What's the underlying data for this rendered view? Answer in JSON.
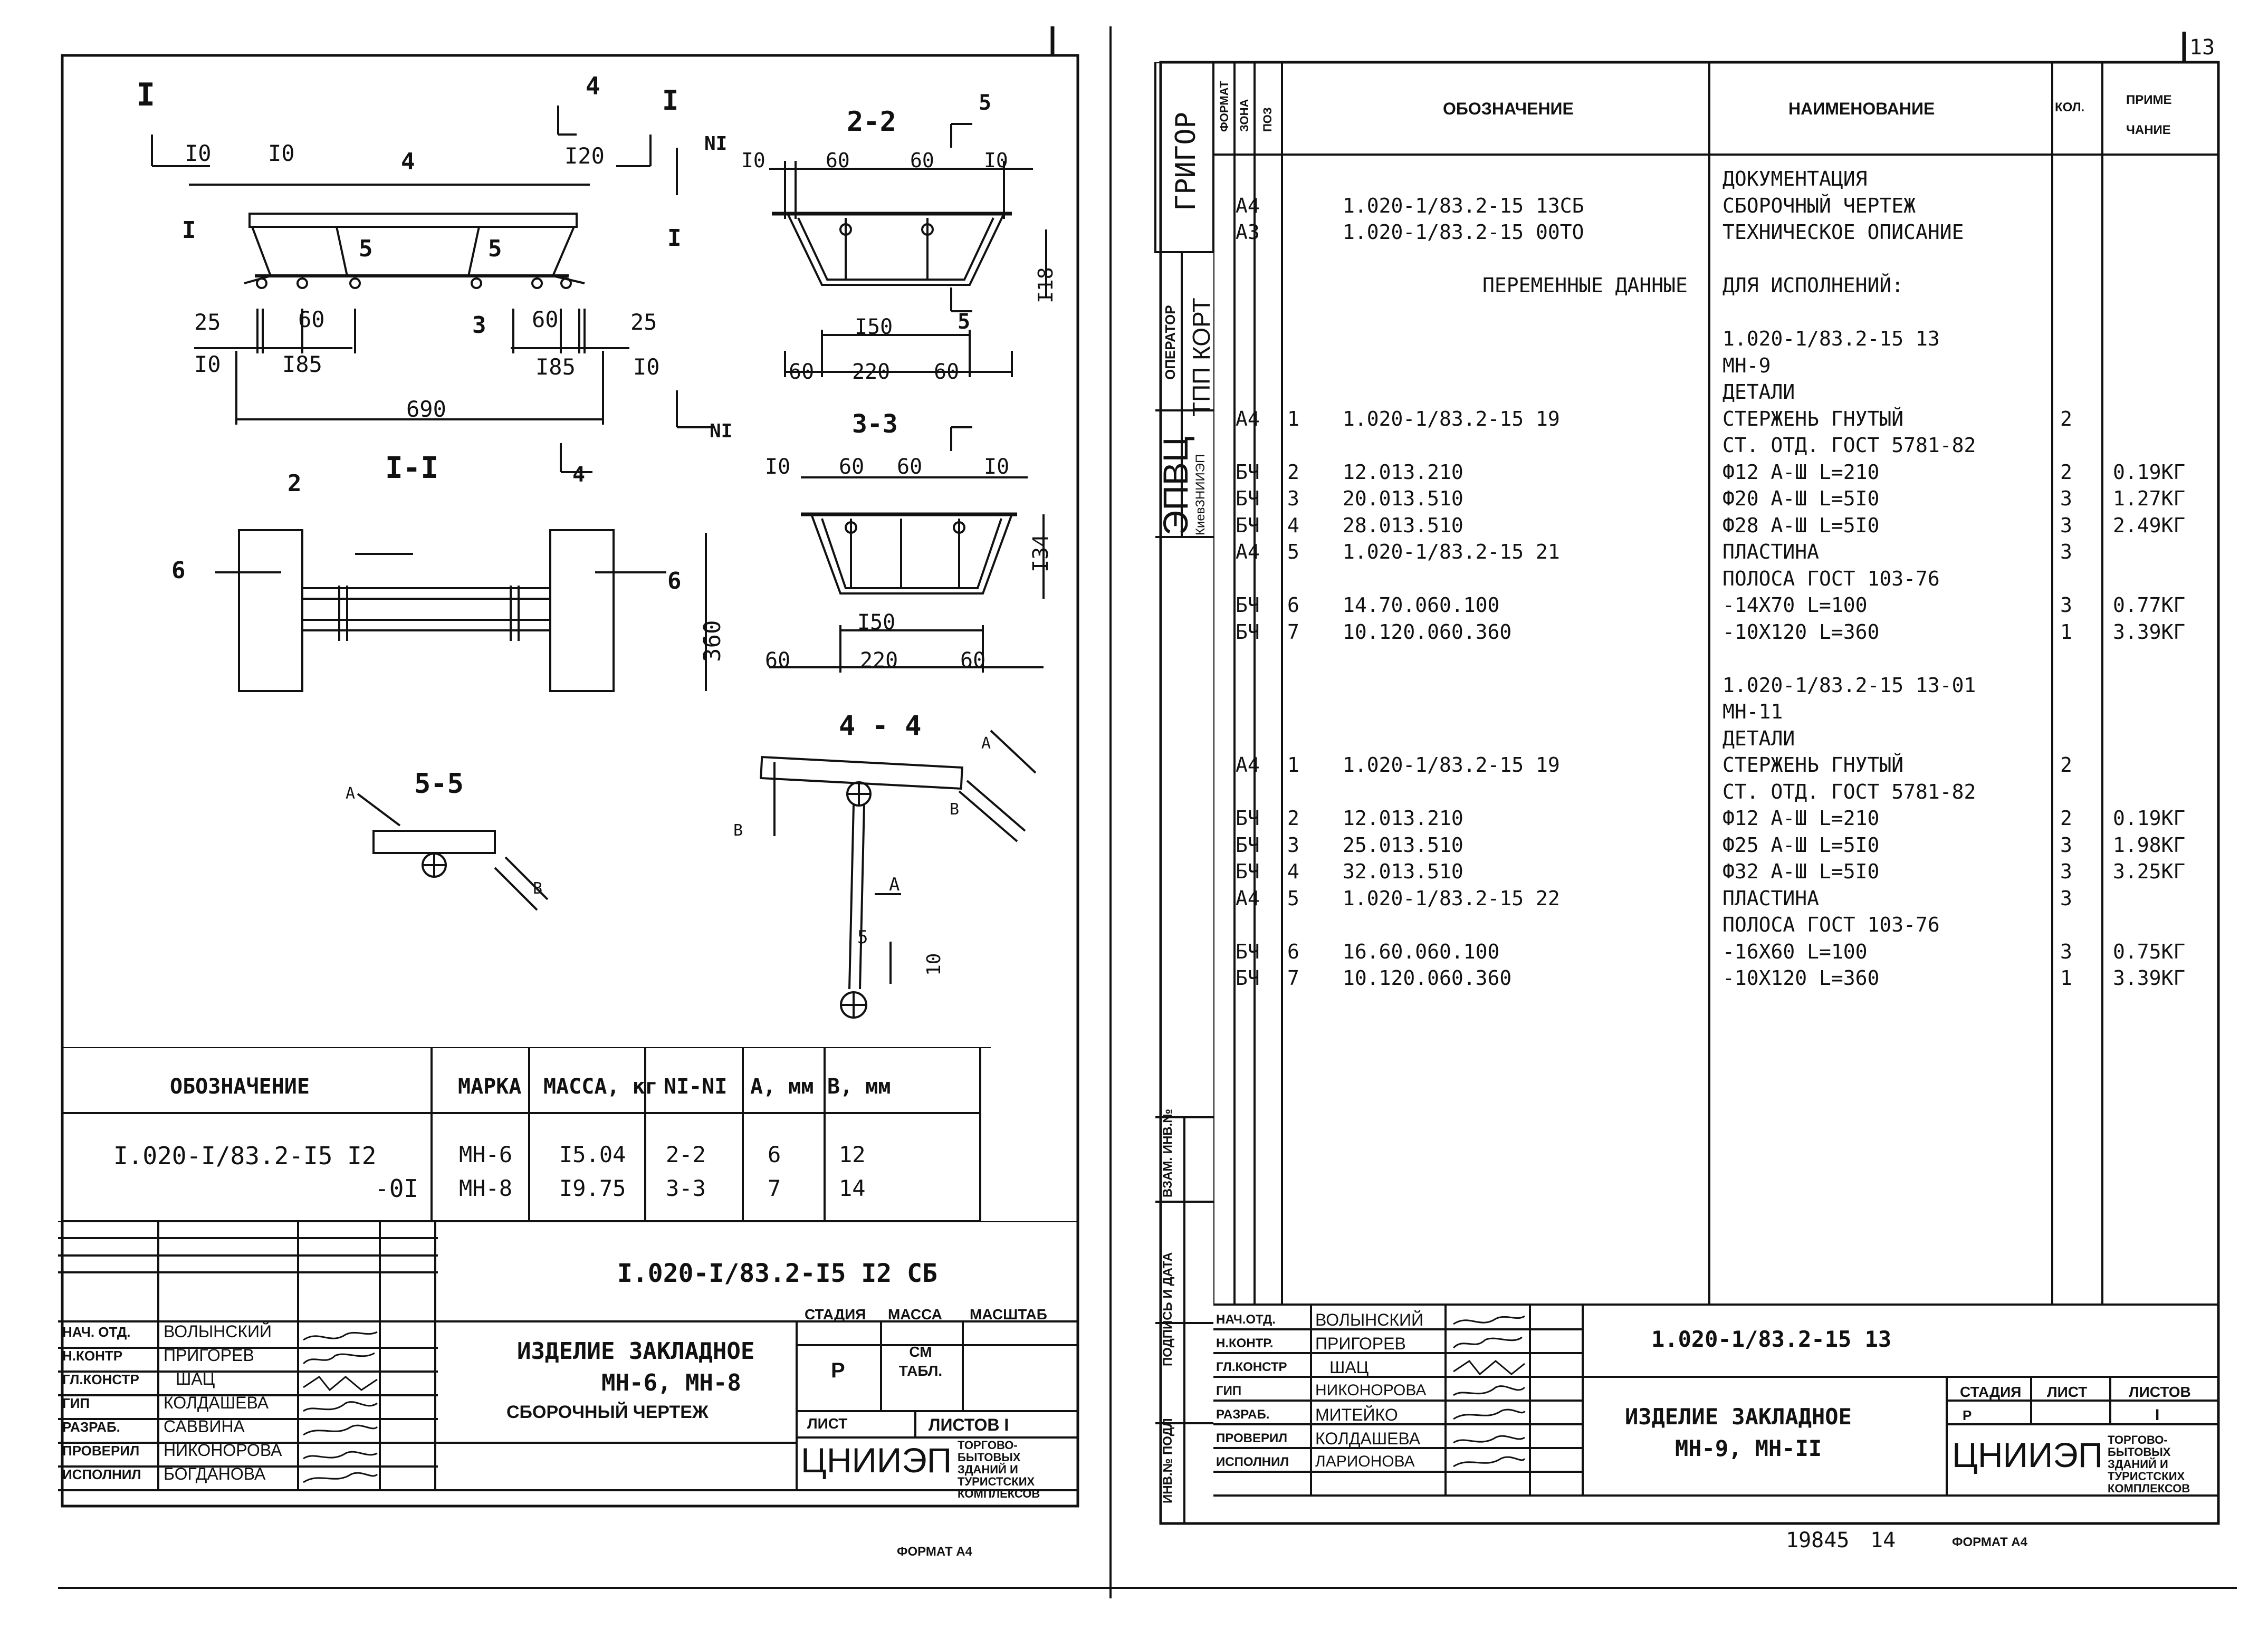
{
  "page_number": "13",
  "footer": {
    "sheet_code": "19845",
    "sheet_num": "14",
    "format_left": "ФОРМАТ А4",
    "format_right": "ФОРМАТ А4"
  },
  "left_sheet": {
    "drawing": {
      "section_marks": [
        "I",
        "I",
        "4",
        "4",
        "5",
        "5",
        "NI",
        "NI",
        "I",
        "I"
      ],
      "views": {
        "s22": "2-2",
        "s33": "3-3",
        "s44": "4 - 4",
        "s55": "5-5",
        "sI": "I-I"
      },
      "dims": {
        "d10a": "I0",
        "d10b": "I0",
        "d120": "I20",
        "d25a": "25",
        "d60a": "60",
        "d60b": "60",
        "d25b": "25",
        "d10c": "I0",
        "d185a": "I85",
        "d185b": "I85",
        "d10d": "I0",
        "d690": "690",
        "s22_10a": "I0",
        "s22_60a": "60",
        "s22_60b": "60",
        "s22_10b": "I0",
        "s22_118": "I18",
        "s22_150": "I50",
        "s22_60c": "60",
        "s22_220": "220",
        "s22_60d": "60",
        "s33_10a": "I0",
        "s33_60a": "60",
        "s33_60b": "60",
        "s33_10b": "I0",
        "s33_134": "I34",
        "s33_150": "I50",
        "s33_60c": "60",
        "s33_220": "220",
        "s33_60d": "60",
        "s44_10": "10",
        "s44_5": "5",
        "sI_360": "360"
      },
      "callouts": {
        "c1": "I",
        "c1b": "I",
        "c3": "3",
        "c4": "4",
        "c5a": "5",
        "c5b": "5",
        "c2": "2",
        "c6a": "6",
        "c6b": "6",
        "cA1": "A",
        "cB1": "B",
        "cA2": "A",
        "cB2": "B",
        "cA3": "A",
        "cB3": "B"
      }
    },
    "variant_table": {
      "headers": [
        "ОБОЗНАЧЕНИЕ",
        "МАРКА",
        "МАССА, кг",
        "NI-NI",
        "A, мм",
        "B, мм"
      ],
      "rows": [
        [
          "I.020-I/83.2-I5 I2",
          "МН-6",
          "I5.04",
          "2-2",
          "6",
          "12"
        ],
        [
          "-0I",
          "МН-8",
          "I9.75",
          "3-3",
          "7",
          "14"
        ]
      ]
    },
    "title_block": {
      "doc_code": "I.020-I/83.2-I5 I2  СБ",
      "title_line1": "ИЗДЕЛИЕ ЗАКЛАДНОЕ",
      "title_line2": "МН-6, МН-8",
      "title_line3": "СБОРОЧНЫЙ ЧЕРТЕЖ",
      "stage_label": "СТАДИЯ",
      "mass_label": "МАССА",
      "scale_label": "МАСШТАБ",
      "stage_value": "Р",
      "mass_value": "СМ ТАБЛ.",
      "sheet_label": "ЛИСТ",
      "sheets_label": "ЛИСТОВ I",
      "org": "ЦНИИЭП",
      "org_sub": [
        "ТОРГОВО-",
        "БЫТОВЫХ",
        "ЗДАНИЙ И",
        "ТУРИСТСКИХ",
        "КОМПЛЕКСОВ"
      ],
      "signers": [
        {
          "role": "НАЧ. ОТД.",
          "name": "ВОЛЫНСКИЙ"
        },
        {
          "role": "Н.КОНТР",
          "name": "ПРИГОРЕВ"
        },
        {
          "role": "ГЛ.КОНСТР",
          "name": "ШАЦ"
        },
        {
          "role": "ГИП",
          "name": "КОЛДАШЕВА"
        },
        {
          "role": "РАЗРАБ.",
          "name": "САВВИНА"
        },
        {
          "role": "ПРОВЕРИЛ",
          "name": "НИКОНОРОВА"
        },
        {
          "role": "ИСПОЛНИЛ",
          "name": "БОГДАНОВА"
        }
      ]
    }
  },
  "right_sheet": {
    "side": {
      "grigor": "ГРИГОР",
      "operator": "ОПЕРАТОР",
      "tpp": "ТПП КОРТ",
      "epvts": "ЭПВЦ",
      "kiev": "КиевЗНИИЭП",
      "vzam": "ВЗАМ. ИНВ.№",
      "podpis": "ПОДПИСЬ И ДАТА",
      "inv": "ИНВ.№ ПОДЛ"
    },
    "spec_headers": {
      "format": "ФОРМАТ",
      "zone": "ЗОНА",
      "pos": "ПОЗ",
      "designation": "ОБОЗНАЧЕНИЕ",
      "name": "НАИМЕНОВАНИЕ",
      "qty": "КОЛ.",
      "note1": "ПРИМЕ",
      "note2": "ЧАНИЕ"
    },
    "spec_rows": [
      {
        "f": "",
        "p": "",
        "d": "",
        "n": "ДОКУМЕНТАЦИЯ",
        "q": "",
        "m": ""
      },
      {
        "f": "А4",
        "p": "",
        "d": "1.020-1/83.2-15 13СБ",
        "n": "СБОРОЧНЫЙ ЧЕРТЕЖ",
        "q": "",
        "m": ""
      },
      {
        "f": "А3",
        "p": "",
        "d": "1.020-1/83.2-15 00ТО",
        "n": "ТЕХНИЧЕСКОЕ ОПИСАНИЕ",
        "q": "",
        "m": ""
      },
      {
        "f": "",
        "p": "",
        "d": "",
        "n": "",
        "q": "",
        "m": ""
      },
      {
        "f": "",
        "p": "",
        "d": "ПЕРЕМЕННЫЕ ДАННЫЕ",
        "n": "ДЛЯ ИСПОЛНЕНИЙ:",
        "q": "",
        "m": ""
      },
      {
        "f": "",
        "p": "",
        "d": "",
        "n": "",
        "q": "",
        "m": ""
      },
      {
        "f": "",
        "p": "",
        "d": "",
        "n": "1.020-1/83.2-15 13",
        "q": "",
        "m": ""
      },
      {
        "f": "",
        "p": "",
        "d": "",
        "n": "МН-9",
        "q": "",
        "m": ""
      },
      {
        "f": "",
        "p": "",
        "d": "",
        "n": "ДЕТАЛИ",
        "q": "",
        "m": ""
      },
      {
        "f": "А4",
        "p": "1",
        "d": "1.020-1/83.2-15 19",
        "n": "СТЕРЖЕНЬ ГНУТЫЙ",
        "q": "2",
        "m": ""
      },
      {
        "f": "",
        "p": "",
        "d": "",
        "n": "СТ. ОТД. ГОСТ 5781-82",
        "q": "",
        "m": ""
      },
      {
        "f": "БЧ",
        "p": "2",
        "d": "12.013.210",
        "n": "Ф12 А-Ш L=210",
        "q": "2",
        "m": "0.19КГ"
      },
      {
        "f": "БЧ",
        "p": "3",
        "d": "20.013.510",
        "n": "Ф20 А-Ш L=5I0",
        "q": "3",
        "m": "1.27КГ"
      },
      {
        "f": "БЧ",
        "p": "4",
        "d": "28.013.510",
        "n": "Ф28 А-Ш L=5I0",
        "q": "3",
        "m": "2.49КГ"
      },
      {
        "f": "А4",
        "p": "5",
        "d": "1.020-1/83.2-15 21",
        "n": "ПЛАСТИНА",
        "q": "3",
        "m": ""
      },
      {
        "f": "",
        "p": "",
        "d": "",
        "n": "ПОЛОСА ГОСТ 103-76",
        "q": "",
        "m": ""
      },
      {
        "f": "БЧ",
        "p": "6",
        "d": "14.70.060.100",
        "n": "-14Х70 L=100",
        "q": "3",
        "m": "0.77КГ"
      },
      {
        "f": "БЧ",
        "p": "7",
        "d": "10.120.060.360",
        "n": "-10Х120 L=360",
        "q": "1",
        "m": "3.39КГ"
      },
      {
        "f": "",
        "p": "",
        "d": "",
        "n": "",
        "q": "",
        "m": ""
      },
      {
        "f": "",
        "p": "",
        "d": "",
        "n": "1.020-1/83.2-15 13-01",
        "q": "",
        "m": ""
      },
      {
        "f": "",
        "p": "",
        "d": "",
        "n": "МН-11",
        "q": "",
        "m": ""
      },
      {
        "f": "",
        "p": "",
        "d": "",
        "n": "ДЕТАЛИ",
        "q": "",
        "m": ""
      },
      {
        "f": "А4",
        "p": "1",
        "d": "1.020-1/83.2-15 19",
        "n": "СТЕРЖЕНЬ ГНУТЫЙ",
        "q": "2",
        "m": ""
      },
      {
        "f": "",
        "p": "",
        "d": "",
        "n": "СТ. ОТД. ГОСТ 5781-82",
        "q": "",
        "m": ""
      },
      {
        "f": "БЧ",
        "p": "2",
        "d": "12.013.210",
        "n": "Ф12 А-Ш L=210",
        "q": "2",
        "m": "0.19КГ"
      },
      {
        "f": "БЧ",
        "p": "3",
        "d": "25.013.510",
        "n": "Ф25 А-Ш L=5I0",
        "q": "3",
        "m": "1.98КГ"
      },
      {
        "f": "БЧ",
        "p": "4",
        "d": "32.013.510",
        "n": "Ф32 А-Ш L=5I0",
        "q": "3",
        "m": "3.25КГ"
      },
      {
        "f": "А4",
        "p": "5",
        "d": "1.020-1/83.2-15 22",
        "n": "ПЛАСТИНА",
        "q": "3",
        "m": ""
      },
      {
        "f": "",
        "p": "",
        "d": "",
        "n": "ПОЛОСА ГОСТ 103-76",
        "q": "",
        "m": ""
      },
      {
        "f": "БЧ",
        "p": "6",
        "d": "16.60.060.100",
        "n": "-16Х60  L=100",
        "q": "3",
        "m": "0.75КГ"
      },
      {
        "f": "БЧ",
        "p": "7",
        "d": "10.120.060.360",
        "n": "-10Х120 L=360",
        "q": "1",
        "m": "3.39КГ"
      }
    ],
    "title_block": {
      "doc_code": "1.020-1/83.2-15 13",
      "title_line1": "ИЗДЕЛИЕ  ЗАКЛАДНОЕ",
      "title_line2": "МН-9, МН-II",
      "stage_label": "СТАДИЯ",
      "sheet_label": "ЛИСТ",
      "sheets_label": "ЛИСТОВ",
      "stage_value": "Р",
      "sheets_value": "I",
      "org": "ЦНИИЭП",
      "org_sub": [
        "ТОРГОВО-",
        "БЫТОВЫХ",
        "ЗДАНИЙ И",
        "ТУРИСТСКИХ",
        "КОМПЛЕКСОВ"
      ],
      "signers": [
        {
          "role": "НАЧ.ОТД.",
          "name": "ВОЛЫНСКИЙ"
        },
        {
          "role": "Н.КОНТР.",
          "name": "ПРИГОРЕВ"
        },
        {
          "role": "ГЛ.КОНСТР",
          "name": "ШАЦ"
        },
        {
          "role": "ГИП",
          "name": "НИКОНОРОВА"
        },
        {
          "role": "РАЗРАБ.",
          "name": "МИТЕЙКО"
        },
        {
          "role": "ПРОВЕРИЛ",
          "name": "КОЛДАШЕВА"
        },
        {
          "role": "ИСПОЛНИЛ",
          "name": "ЛАРИОНОВА"
        }
      ]
    }
  }
}
